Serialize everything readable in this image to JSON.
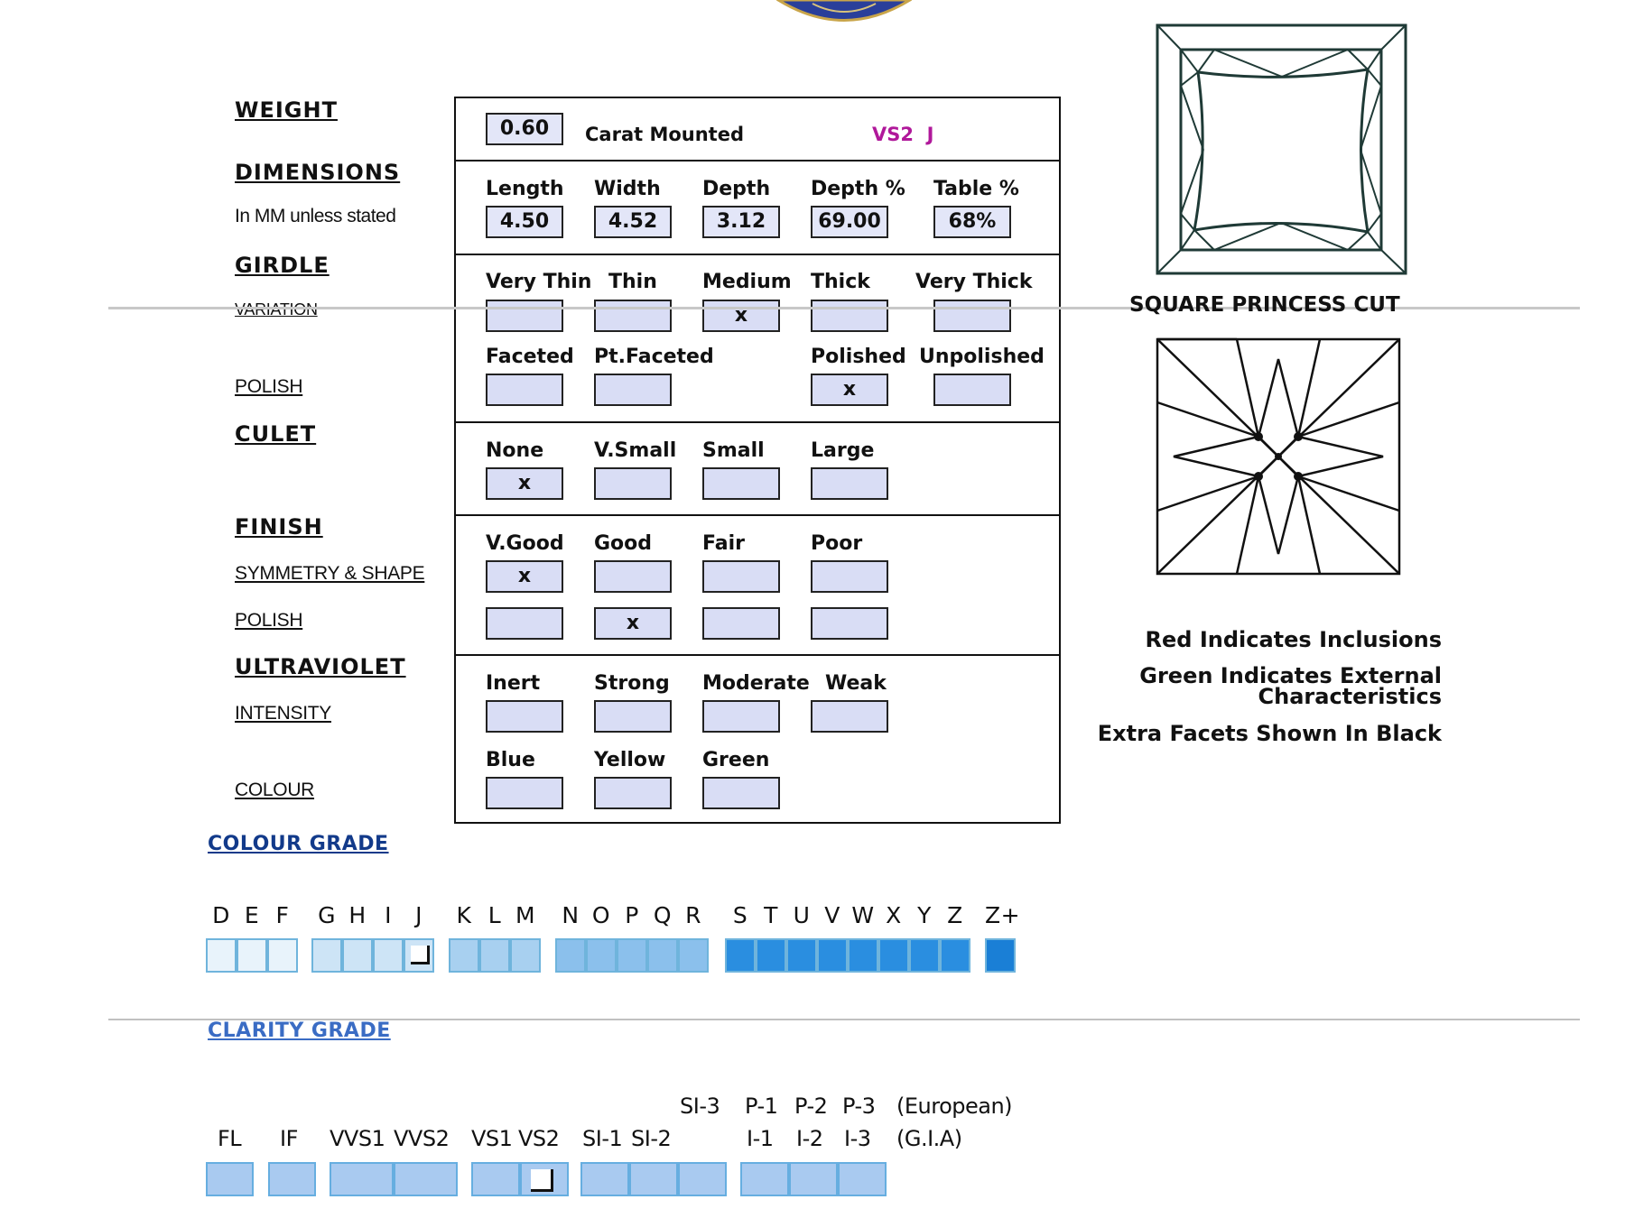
{
  "labels": {
    "weight": "WEIGHT",
    "dimensions": "DIMENSIONS",
    "dimensions_note": "In MM unless stated",
    "girdle": "GIRDLE",
    "variation": "VARIATION",
    "polish": "POLISH",
    "culet": "CULET",
    "finish": "FINISH",
    "symmetry": "SYMMETRY & SHAPE",
    "finish_polish": "POLISH",
    "ultraviolet": "ULTRAVIOLET",
    "intensity": "INTENSITY",
    "colour": "COLOUR"
  },
  "weight_row": {
    "value": "0.60",
    "unit": "Carat Mounted",
    "grade": "VS2  J",
    "grade_color": "#b0189a"
  },
  "dimensions": {
    "headers": [
      "Length",
      "Width",
      "Depth",
      "Depth %",
      "Table %"
    ],
    "values": [
      "4.50",
      "4.52",
      "3.12",
      "69.00",
      "68%"
    ]
  },
  "girdle": {
    "headers": [
      "Very Thin",
      "Thin",
      "Medium",
      "Thick",
      "Very Thick"
    ],
    "marks": [
      "",
      "",
      "x",
      "",
      ""
    ],
    "finish_headers": [
      "Faceted",
      "Pt.Faceted",
      "Polished",
      "Unpolished"
    ],
    "finish_marks": [
      "",
      "",
      "x",
      ""
    ]
  },
  "culet": {
    "headers": [
      "None",
      "V.Small",
      "Small",
      "Large"
    ],
    "marks": [
      "x",
      "",
      "",
      ""
    ]
  },
  "finish": {
    "headers": [
      "V.Good",
      "Good",
      "Fair",
      "Poor"
    ],
    "symmetry_marks": [
      "x",
      "",
      "",
      ""
    ],
    "polish_marks": [
      "",
      "x",
      "",
      ""
    ]
  },
  "ultraviolet": {
    "intensity_headers": [
      "Inert",
      "Strong",
      "Moderate",
      "Weak"
    ],
    "colour_headers": [
      "Blue",
      "Yellow",
      "Green"
    ]
  },
  "diagram_caption": "SQUARE PRINCESS CUT",
  "legend": {
    "red": "Red Indicates Inclusions",
    "green_1": "Green Indicates External",
    "green_2": "Characteristics",
    "black": "Extra Facets Shown In Black"
  },
  "colour_grade": {
    "title": "COLOUR GRADE",
    "title_color": "#123a8a",
    "letters": [
      "D",
      "E",
      "F",
      "G",
      "H",
      "I",
      "J",
      "K",
      "L",
      "M",
      "N",
      "O",
      "P",
      "Q",
      "R",
      "S",
      "T",
      "U",
      "V",
      "W",
      "X",
      "Y",
      "Z",
      "Z+"
    ],
    "selected": "J"
  },
  "clarity_grade": {
    "title": "CLARITY GRADE",
    "title_color": "#3a6cc4",
    "european_top": [
      "SI-3",
      "P-1",
      "P-2",
      "P-3",
      "(European)"
    ],
    "gia": [
      "FL",
      "IF",
      "VVS1",
      "VVS2",
      "VS1",
      "VS2",
      "SI-1",
      "SI-2",
      "I-1",
      "I-2",
      "I-3",
      "(G.I.A)"
    ],
    "selected": "VS2"
  }
}
